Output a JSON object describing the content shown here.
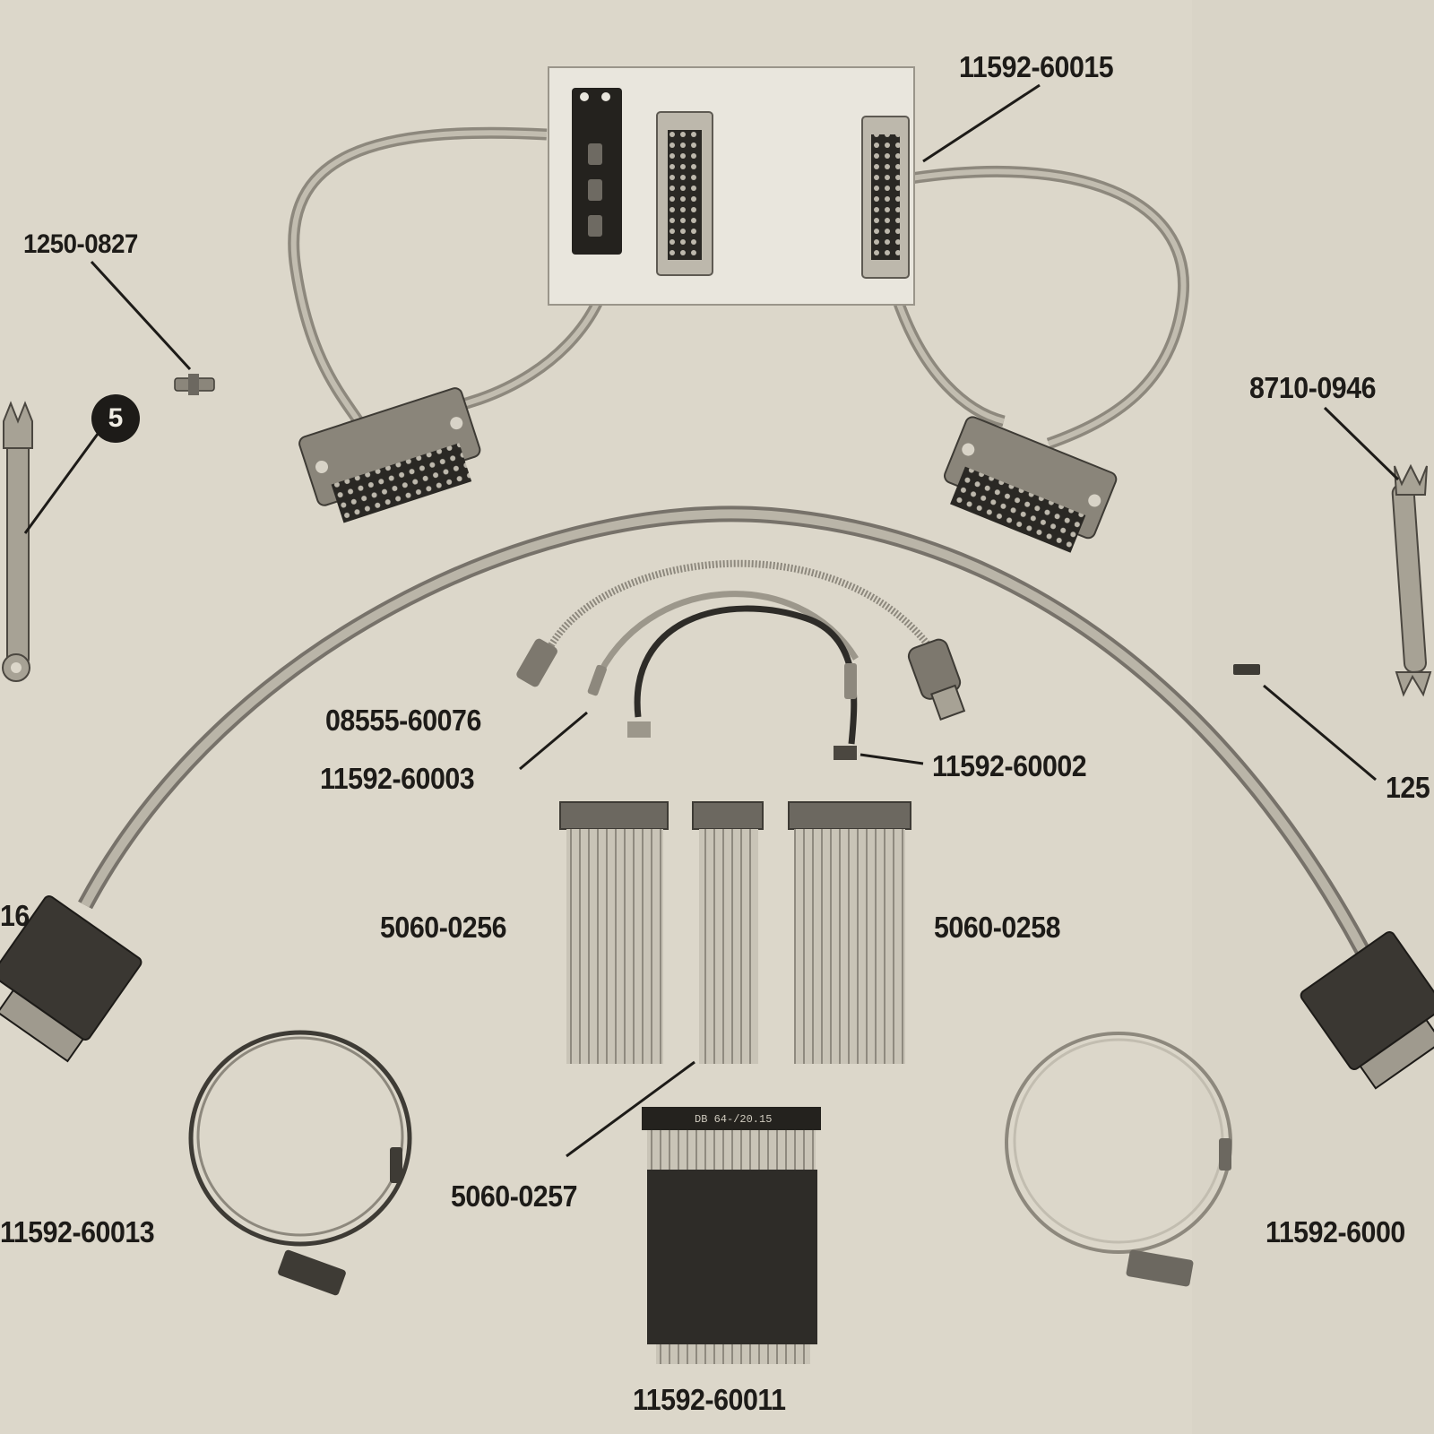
{
  "callout": {
    "number": "5"
  },
  "labels": {
    "p_11592_60015": "11592-60015",
    "p_1250_0827": "1250-0827",
    "p_8710_0946": "8710-0946",
    "p_08555_60076": "08555-60076",
    "p_11592_60003": "11592-60003",
    "p_11592_60002": "11592-60002",
    "p_125_partial": "125",
    "p_16_partial": "16",
    "p_5060_0256": "5060-0256",
    "p_5060_0258": "5060-0258",
    "p_5060_0257": "5060-0257",
    "p_11592_60013": "11592-60013",
    "p_11592_6000_partial": "11592-6000",
    "p_11592_60011": "11592-60011"
  },
  "module": {
    "part_text": "DB 64-/20.15"
  }
}
